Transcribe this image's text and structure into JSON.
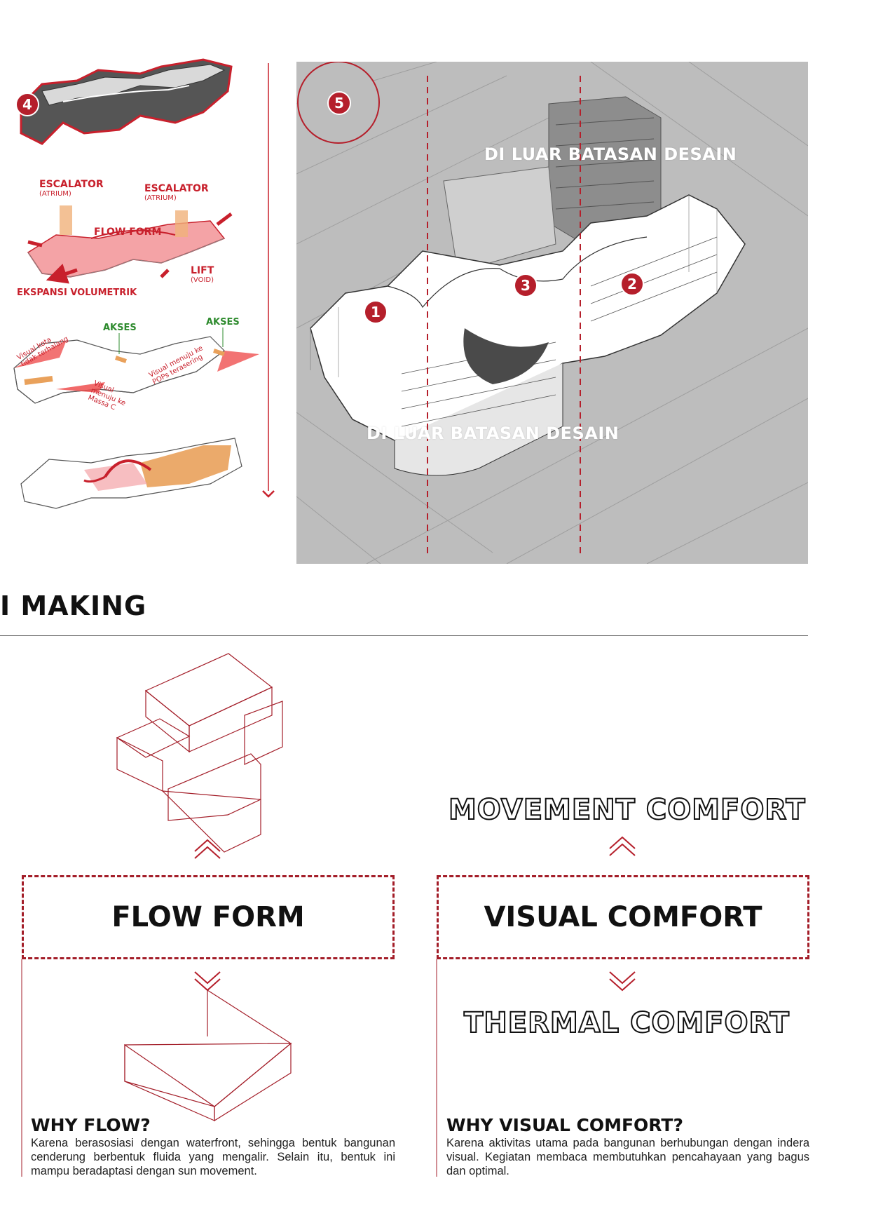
{
  "top_left_diagrams": {
    "step4_badge": "4",
    "escalator_left": {
      "title": "ESCALATOR",
      "sub": "(ATRIUM)"
    },
    "escalator_right": {
      "title": "ESCALATOR",
      "sub": "(ATRIUM)"
    },
    "flow_form_label": "FLOW FORM",
    "lift": {
      "title": "LIFT",
      "sub": "(VOID)"
    },
    "ekspansi_label": "EKSPANSI VOLUMETRIK",
    "akses_left": "AKSES",
    "akses_right": "AKSES",
    "visual_kota": "Visual kota tidak terhalang",
    "visual_massa": "Visual menuju ke Massa C",
    "visual_pops": "Visual menuju ke POPs terasering"
  },
  "main_axonometric": {
    "step5_badge": "5",
    "label_top": "DI LUAR BATASAN DESAIN",
    "label_bottom": "DI LUAR BATASAN DESAIN",
    "mass_1": "1",
    "mass_2": "2",
    "mass_3": "3"
  },
  "section": {
    "title": "I MAKING"
  },
  "flow": {
    "box_label": "FLOW FORM",
    "why_title": "WHY FLOW?",
    "why_body": "Karena berasosiasi dengan waterfront, sehingga bentuk bangunan cenderung berbentuk fluida yang mengalir. Selain itu, bentuk ini mampu beradaptasi dengan sun movement."
  },
  "visual": {
    "top_label": "MOVEMENT COMFORT",
    "box_label": "VISUAL COMFORT",
    "bottom_label": "THERMAL COMFORT",
    "why_title": "WHY VISUAL COMFORT?",
    "why_body": "Karena aktivitas utama pada bangunan berhubungan dengan indera visual. Kegiatan membaca membutuhkan pencahayaan yang bagus dan optimal."
  },
  "colors": {
    "accent": "#b51f2b",
    "grey_panel": "#bdbdbd",
    "highlight_pink": "#f08c90",
    "highlight_orange": "#e9a15b"
  }
}
